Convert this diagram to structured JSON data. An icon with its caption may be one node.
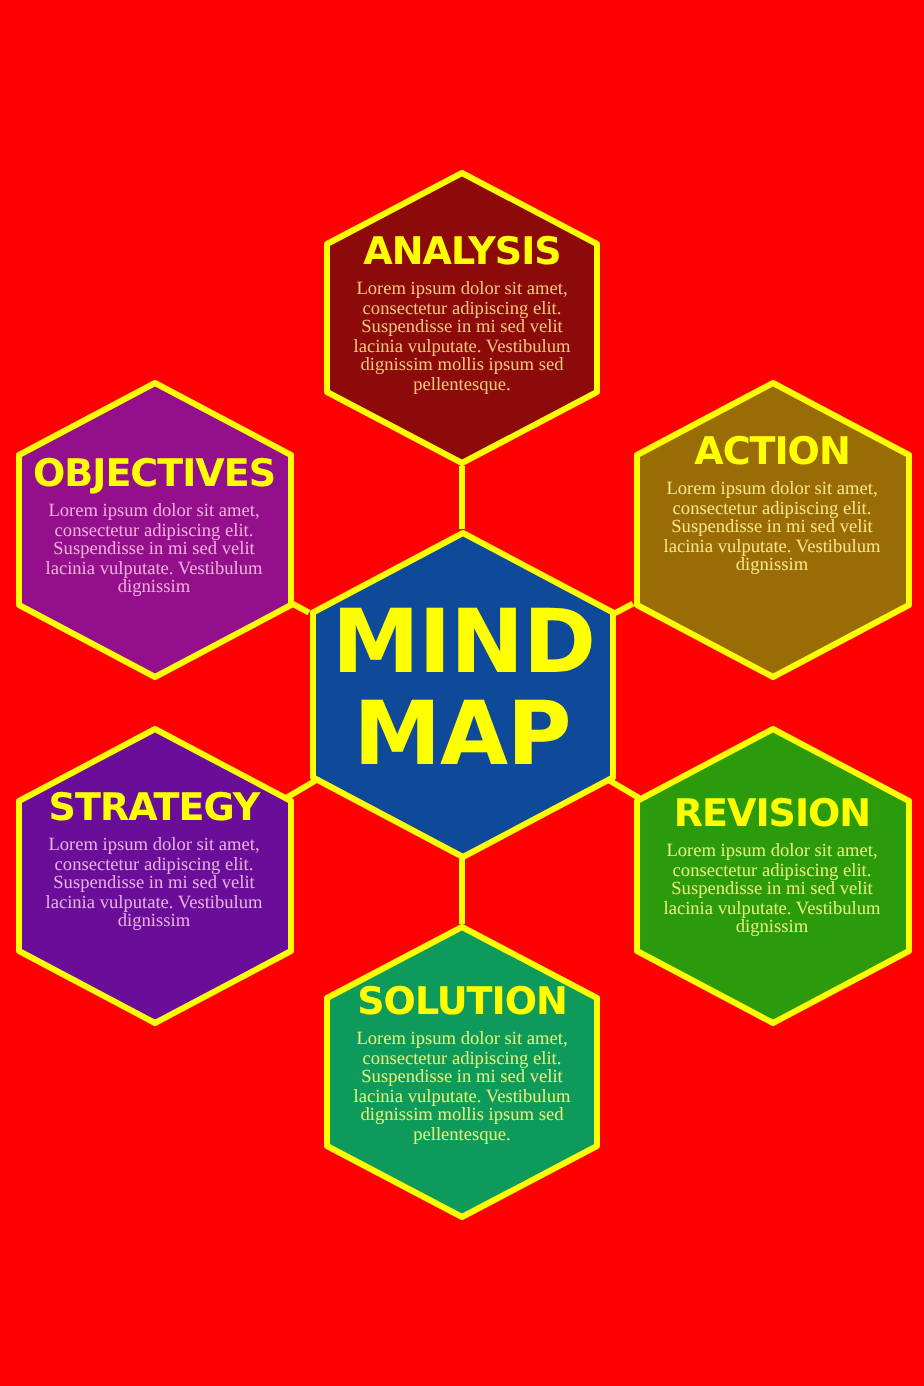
{
  "diagram": {
    "nodes": [
      {
        "text": [
          "ANALYSIS",
          "Lorem ipsum dolor sit amet, consectetur adipiscing elit. Suspendisse in mi sed velit lacinia vulputate. Vestibulum dignissim mollis ipsum sed pellentesque."
        ]
      },
      {
        "text": [
          "OBJECTIVES",
          "Lorem ipsum dolor sit amet, consectetur adipiscing elit. Suspendisse in mi sed velit lacinia vulputate. Vestibulum dignissim"
        ]
      },
      {
        "text": [
          "ACTION",
          "Lorem ipsum dolor sit amet, consectetur adipiscing elit. Suspendisse in mi sed velit lacinia vulputate. Vestibulum dignissim"
        ]
      },
      {
        "text": [
          "MIND MAP"
        ]
      },
      {
        "text": [
          "STRATEGY",
          "Lorem ipsum dolor sit amet, consectetur adipiscing elit. Suspendisse in mi sed velit lacinia vulputate. Vestibulum dignissim"
        ]
      },
      {
        "text": [
          "REVISION",
          "Lorem ipsum dolor sit amet, consectetur adipiscing elit. Suspendisse in mi sed velit lacinia vulputate. Vestibulum dignissim"
        ]
      },
      {
        "text": [
          "SOLUTION",
          "Lorem ipsum dolor sit amet, consectetur adipiscing elit. Suspendisse in mi sed velit lacinia vulputate. Vestibulum dignissim mollis ipsum sed pellentesque."
        ]
      }
    ],
    "edges": [
      {
        "from": 3,
        "to": 0,
        "arrow": "none"
      },
      {
        "from": 3,
        "to": 1,
        "arrow": "none"
      },
      {
        "from": 3,
        "to": 2,
        "arrow": "none"
      },
      {
        "from": 3,
        "to": 4,
        "arrow": "none"
      },
      {
        "from": 3,
        "to": 5,
        "arrow": "none"
      },
      {
        "from": 3,
        "to": 6,
        "arrow": "none"
      }
    ]
  }
}
